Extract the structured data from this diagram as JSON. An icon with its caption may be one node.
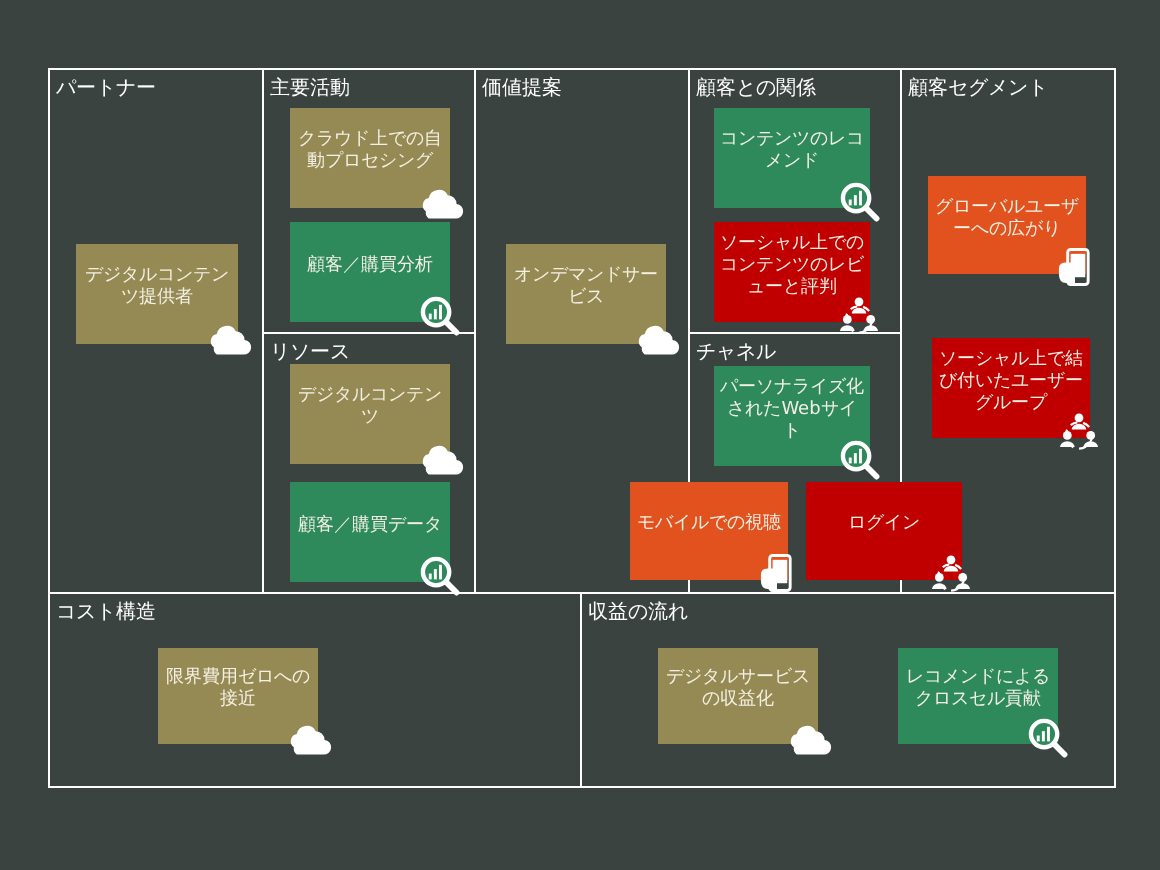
{
  "diagram": {
    "nodes": [
      {
        "text": [
          "パートナー"
        ]
      },
      {
        "text": [
          "デジタルコンテンツ提供者"
        ],
        "in": 0
      },
      {
        "text": [
          "主要活動"
        ]
      },
      {
        "text": [
          "クラウド上での自動プロセシング"
        ],
        "in": 2
      },
      {
        "text": [
          "顧客／購買分析"
        ],
        "in": 2
      },
      {
        "text": [
          "リソース"
        ]
      },
      {
        "text": [
          "デジタルコンテンツ"
        ],
        "in": 5
      },
      {
        "text": [
          "顧客／購買データ"
        ],
        "in": 5
      },
      {
        "text": [
          "価値提案"
        ]
      },
      {
        "text": [
          "オンデマンドサービス"
        ],
        "in": 8
      },
      {
        "text": [
          "顧客との関係"
        ]
      },
      {
        "text": [
          "コンテンツのレコメンド"
        ],
        "in": 10
      },
      {
        "text": [
          "ソーシャル上でのコンテンツのレビューと評判"
        ],
        "in": 10
      },
      {
        "text": [
          "チャネル"
        ]
      },
      {
        "text": [
          "パーソナライズ化されたWebサイト"
        ],
        "in": 13
      },
      {
        "text": [
          "モバイルでの視聴"
        ]
      },
      {
        "text": [
          "ログイン"
        ]
      },
      {
        "text": [
          "顧客セグメント"
        ]
      },
      {
        "text": [
          "グローバルユーザーへの広がり"
        ],
        "in": 17
      },
      {
        "text": [
          "ソーシャル上で結び付いたユーザーグループ"
        ],
        "in": 17
      },
      {
        "text": [
          "コスト構造"
        ]
      },
      {
        "text": [
          "限界費用ゼロへの接近"
        ],
        "in": 20
      },
      {
        "text": [
          "収益の流れ"
        ]
      },
      {
        "text": [
          "デジタルサービスの収益化"
        ],
        "in": 22
      },
      {
        "text": [
          "レコメンドによるクロスセル貢献"
        ],
        "in": 22
      }
    ],
    "edges": []
  }
}
